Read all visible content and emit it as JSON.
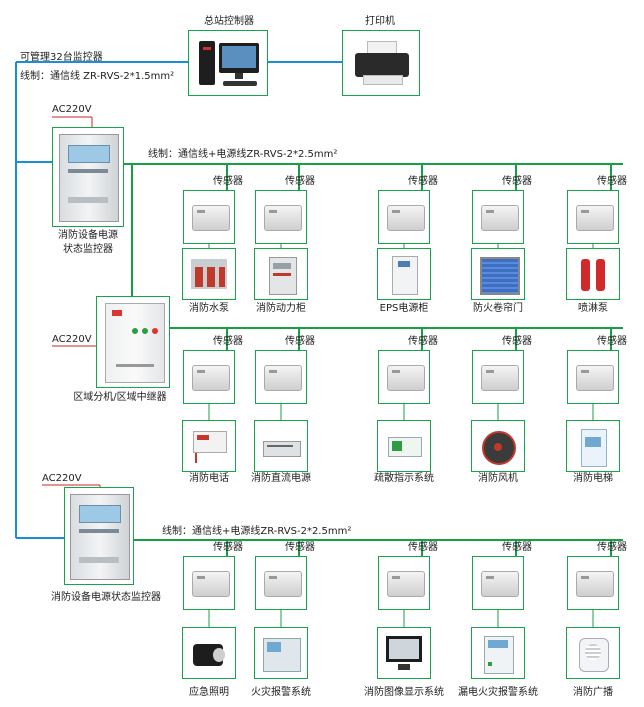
{
  "top": {
    "controller_label": "总站控制器",
    "printer_label": "打印机",
    "manage_note": "可管理32台监控器",
    "wire_note_main": "线制：通信线 ZR-RVS-2*1.5mm²"
  },
  "colors": {
    "wire_blue": "#1b8fd6",
    "wire_green": "#15a043",
    "wire_red": "#c62828"
  },
  "ac_label": "AC220V",
  "monitor1": {
    "label_line1": "消防设备电源",
    "label_line2": "状态监控器",
    "wire_note": "线制：通信线+电源线ZR-RVS-2*2.5mm²"
  },
  "relay": {
    "label": "区域分机/区域中继器"
  },
  "monitor2": {
    "label": "消防设备电源状态监控器",
    "wire_note": "线制：通信线+电源线ZR-RVS-2*2.5mm²"
  },
  "sensor_label": "传感器",
  "row1": [
    {
      "label": "消防水泵",
      "icon": "pump-room-icon"
    },
    {
      "label": "消防动力柜",
      "icon": "power-cabinet-icon"
    },
    {
      "label": "EPS电源柜",
      "icon": "eps-cabinet-icon"
    },
    {
      "label": "防火卷帘门",
      "icon": "rolling-shutter-icon"
    },
    {
      "label": "喷淋泵",
      "icon": "sprinkler-pump-icon"
    }
  ],
  "row2": [
    {
      "label": "消防电话",
      "icon": "phone-icon"
    },
    {
      "label": "消防直流电源",
      "icon": "dc-power-icon"
    },
    {
      "label": "疏散指示系统",
      "icon": "exit-sign-icon"
    },
    {
      "label": "消防风机",
      "icon": "fan-icon"
    },
    {
      "label": "消防电梯",
      "icon": "elevator-icon"
    }
  ],
  "row3": [
    {
      "label": "应急照明",
      "icon": "emergency-light-icon"
    },
    {
      "label": "火灾报警系统",
      "icon": "fire-alarm-console-icon"
    },
    {
      "label": "消防图像显示系统",
      "icon": "monitor-display-icon"
    },
    {
      "label": "漏电火灾报警系统",
      "icon": "leakage-alarm-icon"
    },
    {
      "label": "消防广播",
      "icon": "speaker-icon"
    }
  ]
}
